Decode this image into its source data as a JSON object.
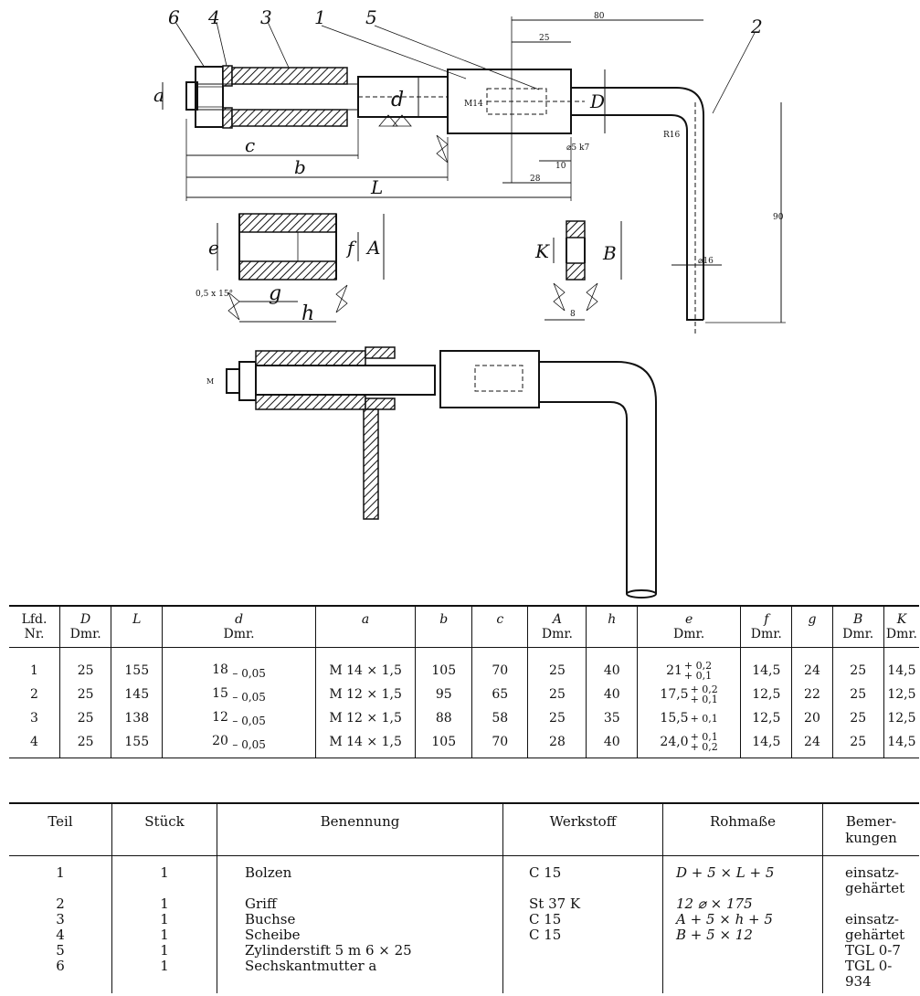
{
  "drawing": {
    "part_callouts": [
      "6",
      "4",
      "3",
      "1",
      "5",
      "2"
    ],
    "letter_labels": {
      "a": "a",
      "d": "d",
      "D": "D",
      "c": "c",
      "b": "b",
      "L": "L",
      "e": "e",
      "f": "f",
      "A": "A",
      "g": "g",
      "h": "h",
      "K": "K",
      "B": "B"
    },
    "small_dims": {
      "top_width": "80",
      "top_25": "25",
      "m14": "M14",
      "d5k7": "⌀5 k7",
      "d10": "10",
      "d28": "28",
      "r16": "R16",
      "height_90": "90",
      "phi16": "⌀16",
      "chamfer": "0,5 x 15°",
      "k8": "8",
      "mark": "M"
    }
  },
  "dimension_table": {
    "headers": [
      {
        "top": "Lfd.",
        "bottom": "Nr."
      },
      {
        "top": "D",
        "bottom": "Dmr."
      },
      {
        "top": "L",
        "bottom": ""
      },
      {
        "top": "d",
        "bottom": "Dmr."
      },
      {
        "top": "a",
        "bottom": ""
      },
      {
        "top": "b",
        "bottom": ""
      },
      {
        "top": "c",
        "bottom": ""
      },
      {
        "top": "A",
        "bottom": "Dmr."
      },
      {
        "top": "h",
        "bottom": ""
      },
      {
        "top": "e",
        "bottom": "Dmr."
      },
      {
        "top": "f",
        "bottom": "Dmr."
      },
      {
        "top": "g",
        "bottom": ""
      },
      {
        "top": "B",
        "bottom": "Dmr."
      },
      {
        "top": "K",
        "bottom": "Dmr."
      }
    ],
    "rows": [
      {
        "nr": "1",
        "D": "25",
        "L": "155",
        "d": "18",
        "d_tol": "– 0,05",
        "a": "M 14 × 1,5",
        "b": "105",
        "c": "70",
        "A": "25",
        "h": "40",
        "e": "21",
        "e_up": "+ 0,2",
        "e_lo": "+ 0,1",
        "f": "14,5",
        "g": "24",
        "B": "25",
        "K": "14,5"
      },
      {
        "nr": "2",
        "D": "25",
        "L": "145",
        "d": "15",
        "d_tol": "– 0,05",
        "a": "M 12 × 1,5",
        "b": "95",
        "c": "65",
        "A": "25",
        "h": "40",
        "e": "17,5",
        "e_up": "+ 0,2",
        "e_lo": "+ 0,1",
        "f": "12,5",
        "g": "22",
        "B": "25",
        "K": "12,5"
      },
      {
        "nr": "3",
        "D": "25",
        "L": "138",
        "d": "12",
        "d_tol": "– 0,05",
        "a": "M 12 × 1,5",
        "b": "88",
        "c": "58",
        "A": "25",
        "h": "35",
        "e": "15,5",
        "e_up": "+ 0,1",
        "e_lo": "",
        "f": "12,5",
        "g": "20",
        "B": "25",
        "K": "12,5"
      },
      {
        "nr": "4",
        "D": "25",
        "L": "155",
        "d": "20",
        "d_tol": "– 0,05",
        "a": "M 14 × 1,5",
        "b": "105",
        "c": "70",
        "A": "28",
        "h": "40",
        "e": "24,0",
        "e_up": "+ 0,1",
        "e_lo": "+ 0,2",
        "f": "14,5",
        "g": "24",
        "B": "25",
        "K": "14,5"
      }
    ]
  },
  "parts_table": {
    "headers": {
      "teil": "Teil",
      "stueck": "Stück",
      "benennung": "Benennung",
      "werkstoff": "Werkstoff",
      "rohmasse": "Rohmaße",
      "bemerkungen_1": "Bemer-",
      "bemerkungen_2": "kungen"
    },
    "teil": [
      "1",
      "2",
      "3",
      "4",
      "5",
      "6"
    ],
    "stueck": [
      "1",
      "1",
      "1",
      "1",
      "1",
      "1"
    ],
    "benennung": [
      "Bolzen",
      "Griff",
      "Buchse",
      "Scheibe",
      "Zylinderstift 5 m 6 × 25",
      "Sechskantmutter a"
    ],
    "werkstoff": [
      "C 15",
      "St 37 K",
      "C 15",
      "C 15"
    ],
    "rohmasse": [
      "D + 5 × L + 5",
      "12 ⌀ × 175",
      "A + 5 × h + 5",
      "B + 5 × 12"
    ],
    "bemerkungen": [
      "einsatz-",
      "gehärtet",
      "einsatz-",
      "gehärtet",
      "TGL 0-7",
      "TGL 0-934"
    ]
  }
}
